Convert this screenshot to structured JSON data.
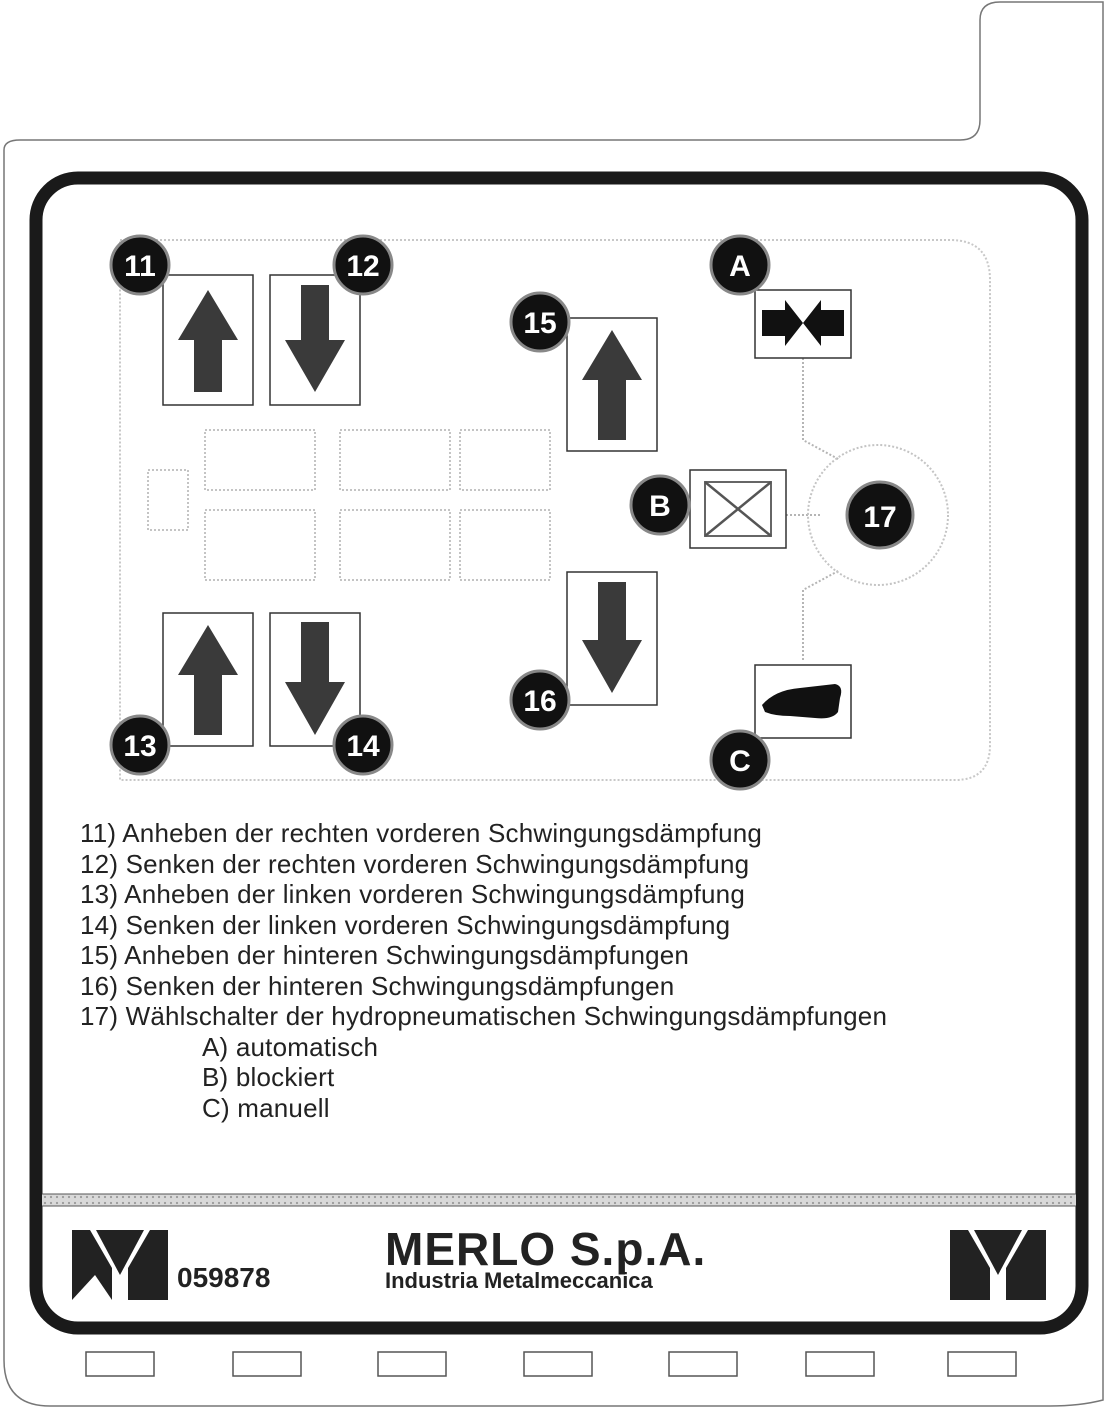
{
  "badges": {
    "b11": "11",
    "b12": "12",
    "b13": "13",
    "b14": "14",
    "b15": "15",
    "b16": "16",
    "b17": "17",
    "bA": "A",
    "bB": "B",
    "bC": "C"
  },
  "descriptions": [
    "11) Anheben der rechten vorderen Schwingungsdämpfung",
    "12) Senken der rechten vorderen Schwingungsdämpfung",
    "13) Anheben der linken vorderen Schwingungsdämpfung",
    "14) Senken der linken vorderen Schwingungsdämpfung",
    "15) Anheben der hinteren Schwingungsdämpfungen",
    "16) Senken der hinteren Schwingungsdämpfungen",
    "17) Wählschalter der hydropneumatischen Schwingungsdämpfungen"
  ],
  "options": [
    "A) automatisch",
    "B) blockiert",
    "C) manuell"
  ],
  "footer": {
    "code": "059878",
    "brand": "MERLO S.p.A.",
    "subtitle": "Industria Metalmeccanica"
  },
  "colors": {
    "frame": "#1a1a1a",
    "arrow": "#3a3a3a",
    "badge": "#111111",
    "faint": "#bdbdbd"
  }
}
